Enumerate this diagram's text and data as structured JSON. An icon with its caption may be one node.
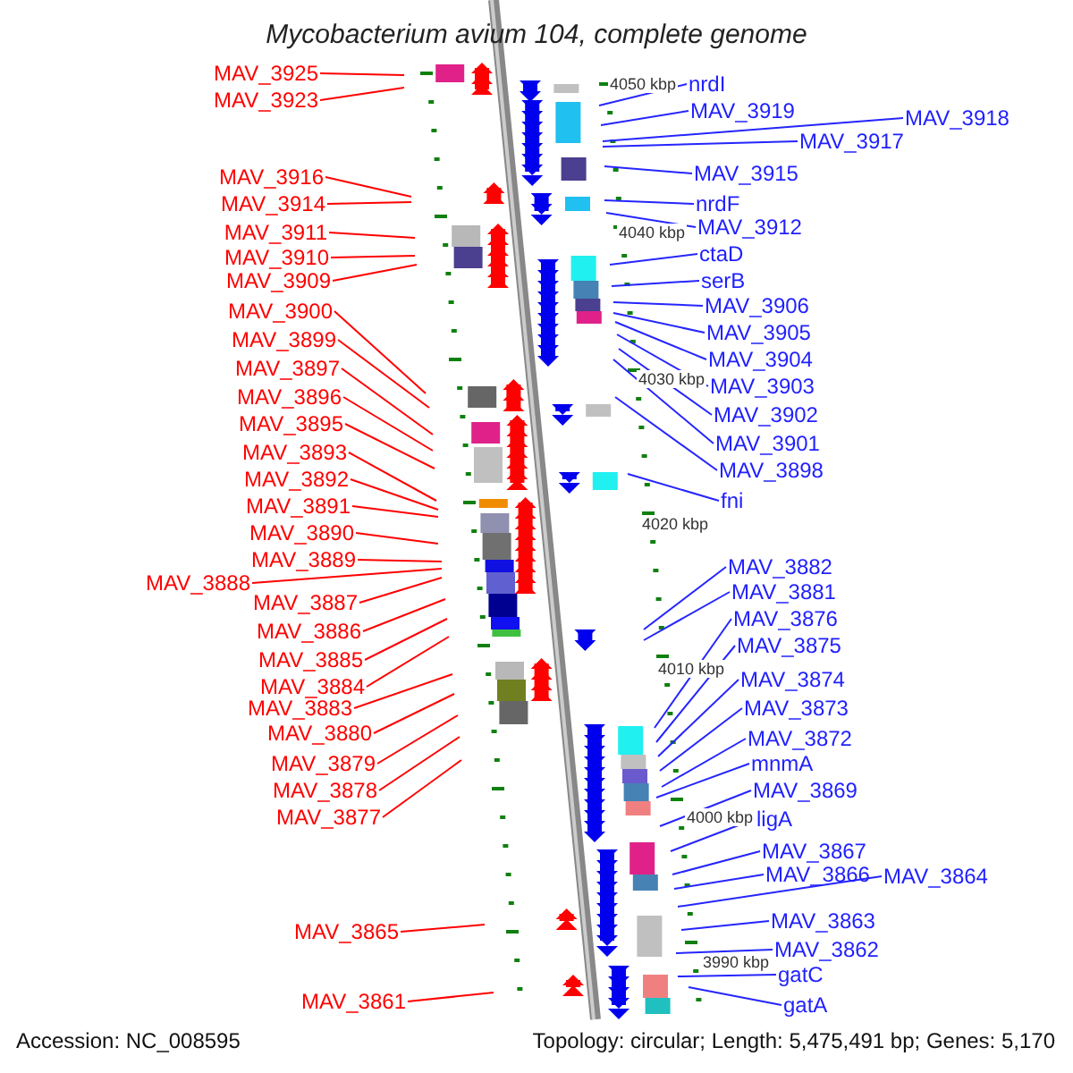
{
  "diagram": {
    "title": "Mycobacterium avium 104, complete genome",
    "nodes": [
      {
        "text": [
          "MAV_3925"
        ]
      },
      {
        "text": [
          "MAV_3923"
        ]
      },
      {
        "text": [
          "MAV_3916"
        ]
      },
      {
        "text": [
          "MAV_3914"
        ]
      },
      {
        "text": [
          "MAV_3911"
        ]
      },
      {
        "text": [
          "MAV_3910"
        ]
      },
      {
        "text": [
          "MAV_3909"
        ]
      },
      {
        "text": [
          "MAV_3900"
        ]
      },
      {
        "text": [
          "MAV_3899"
        ]
      },
      {
        "text": [
          "MAV_3897"
        ]
      },
      {
        "text": [
          "MAV_3896"
        ]
      },
      {
        "text": [
          "MAV_3895"
        ]
      },
      {
        "text": [
          "MAV_3893"
        ]
      },
      {
        "text": [
          "MAV_3892"
        ]
      },
      {
        "text": [
          "MAV_3891"
        ]
      },
      {
        "text": [
          "MAV_3890"
        ]
      },
      {
        "text": [
          "MAV_3889"
        ]
      },
      {
        "text": [
          "MAV_3888"
        ]
      },
      {
        "text": [
          "MAV_3887"
        ]
      },
      {
        "text": [
          "MAV_3886"
        ]
      },
      {
        "text": [
          "MAV_3885"
        ]
      },
      {
        "text": [
          "MAV_3884"
        ]
      },
      {
        "text": [
          "MAV_3883"
        ]
      },
      {
        "text": [
          "MAV_3880"
        ]
      },
      {
        "text": [
          "MAV_3879"
        ]
      },
      {
        "text": [
          "MAV_3878"
        ]
      },
      {
        "text": [
          "MAV_3877"
        ]
      },
      {
        "text": [
          "MAV_3865"
        ]
      },
      {
        "text": [
          "MAV_3861"
        ]
      },
      {
        "text": [
          "nrdI"
        ]
      },
      {
        "text": [
          "MAV_3919"
        ]
      },
      {
        "text": [
          "MAV_3918"
        ]
      },
      {
        "text": [
          "MAV_3917"
        ]
      },
      {
        "text": [
          "MAV_3915"
        ]
      },
      {
        "text": [
          "nrdF"
        ]
      },
      {
        "text": [
          "MAV_3912"
        ]
      },
      {
        "text": [
          "ctaD"
        ]
      },
      {
        "text": [
          "serB"
        ]
      },
      {
        "text": [
          "MAV_3906"
        ]
      },
      {
        "text": [
          "MAV_3905"
        ]
      },
      {
        "text": [
          "MAV_3904"
        ]
      },
      {
        "text": [
          "MAV_3903"
        ]
      },
      {
        "text": [
          "MAV_3902"
        ]
      },
      {
        "text": [
          "MAV_3901"
        ]
      },
      {
        "text": [
          "MAV_3898"
        ]
      },
      {
        "text": [
          "fni"
        ]
      },
      {
        "text": [
          "MAV_3882"
        ]
      },
      {
        "text": [
          "MAV_3881"
        ]
      },
      {
        "text": [
          "MAV_3876"
        ]
      },
      {
        "text": [
          "MAV_3875"
        ]
      },
      {
        "text": [
          "MAV_3874"
        ]
      },
      {
        "text": [
          "MAV_3873"
        ]
      },
      {
        "text": [
          "MAV_3872"
        ]
      },
      {
        "text": [
          "mnmA"
        ]
      },
      {
        "text": [
          "MAV_3869"
        ]
      },
      {
        "text": [
          "ligA"
        ]
      },
      {
        "text": [
          "MAV_3867"
        ]
      },
      {
        "text": [
          "MAV_3866"
        ]
      },
      {
        "text": [
          "MAV_3864"
        ]
      },
      {
        "text": [
          "MAV_3863"
        ]
      },
      {
        "text": [
          "MAV_3862"
        ]
      },
      {
        "text": [
          "gatC"
        ]
      },
      {
        "text": [
          "gatA"
        ]
      }
    ],
    "edges": [
      {
        "from": 0,
        "to": null,
        "arrow": "none",
        "color": "#ff0000"
      },
      {
        "from": 1,
        "to": null,
        "arrow": "none",
        "color": "#ff0000"
      },
      {
        "from": 2,
        "to": null,
        "arrow": "none",
        "color": "#ff0000"
      },
      {
        "from": 3,
        "to": null,
        "arrow": "none",
        "color": "#ff0000"
      },
      {
        "from": 4,
        "to": null,
        "arrow": "none",
        "color": "#ff0000"
      },
      {
        "from": 5,
        "to": null,
        "arrow": "none",
        "color": "#ff0000"
      },
      {
        "from": 6,
        "to": null,
        "arrow": "none",
        "color": "#ff0000"
      },
      {
        "from": 7,
        "to": null,
        "arrow": "none",
        "color": "#ff0000"
      },
      {
        "from": 8,
        "to": null,
        "arrow": "none",
        "color": "#ff0000"
      },
      {
        "from": 9,
        "to": null,
        "arrow": "none",
        "color": "#ff0000"
      },
      {
        "from": 10,
        "to": null,
        "arrow": "none",
        "color": "#ff0000"
      },
      {
        "from": 11,
        "to": null,
        "arrow": "none",
        "color": "#ff0000"
      },
      {
        "from": 12,
        "to": null,
        "arrow": "none",
        "color": "#ff0000"
      },
      {
        "from": 13,
        "to": null,
        "arrow": "none",
        "color": "#ff0000"
      },
      {
        "from": 14,
        "to": null,
        "arrow": "none",
        "color": "#ff0000"
      },
      {
        "from": 15,
        "to": null,
        "arrow": "none",
        "color": "#ff0000"
      },
      {
        "from": 16,
        "to": null,
        "arrow": "none",
        "color": "#ff0000"
      },
      {
        "from": 17,
        "to": null,
        "arrow": "none",
        "color": "#ff0000"
      },
      {
        "from": 18,
        "to": null,
        "arrow": "none",
        "color": "#ff0000"
      },
      {
        "from": 19,
        "to": null,
        "arrow": "none",
        "color": "#ff0000"
      },
      {
        "from": 20,
        "to": null,
        "arrow": "none",
        "color": "#ff0000"
      },
      {
        "from": 21,
        "to": null,
        "arrow": "none",
        "color": "#ff0000"
      },
      {
        "from": 22,
        "to": null,
        "arrow": "none",
        "color": "#ff0000"
      },
      {
        "from": 23,
        "to": null,
        "arrow": "none",
        "color": "#ff0000"
      },
      {
        "from": 24,
        "to": null,
        "arrow": "none",
        "color": "#ff0000"
      },
      {
        "from": 25,
        "to": null,
        "arrow": "none",
        "color": "#ff0000"
      },
      {
        "from": 26,
        "to": null,
        "arrow": "none",
        "color": "#ff0000"
      },
      {
        "from": 27,
        "to": null,
        "arrow": "none",
        "color": "#ff0000"
      },
      {
        "from": 28,
        "to": null,
        "arrow": "none",
        "color": "#ff0000"
      },
      {
        "from": 29,
        "to": null,
        "arrow": "none"
      },
      {
        "from": 30,
        "to": null,
        "arrow": "none"
      },
      {
        "from": 31,
        "to": null,
        "arrow": "none"
      },
      {
        "from": 32,
        "to": null,
        "arrow": "none"
      },
      {
        "from": 33,
        "to": null,
        "arrow": "none"
      },
      {
        "from": 34,
        "to": null,
        "arrow": "none"
      },
      {
        "from": 35,
        "to": null,
        "arrow": "none"
      },
      {
        "from": 36,
        "to": null,
        "arrow": "none"
      },
      {
        "from": 37,
        "to": null,
        "arrow": "none"
      },
      {
        "from": 38,
        "to": null,
        "arrow": "none"
      },
      {
        "from": 39,
        "to": null,
        "arrow": "none"
      },
      {
        "from": 40,
        "to": null,
        "arrow": "none"
      },
      {
        "from": 41,
        "to": null,
        "arrow": "none"
      },
      {
        "from": 42,
        "to": null,
        "arrow": "none"
      },
      {
        "from": 43,
        "to": null,
        "arrow": "none"
      },
      {
        "from": 44,
        "to": null,
        "arrow": "none"
      },
      {
        "from": 45,
        "to": null,
        "arrow": "none"
      },
      {
        "from": 46,
        "to": null,
        "arrow": "none"
      },
      {
        "from": 47,
        "to": null,
        "arrow": "none"
      },
      {
        "from": 48,
        "to": null,
        "arrow": "none"
      },
      {
        "from": 49,
        "to": null,
        "arrow": "none"
      },
      {
        "from": 50,
        "to": null,
        "arrow": "none"
      },
      {
        "from": 51,
        "to": null,
        "arrow": "none"
      },
      {
        "from": 52,
        "to": null,
        "arrow": "none"
      },
      {
        "from": 53,
        "to": null,
        "arrow": "none"
      },
      {
        "from": 54,
        "to": null,
        "arrow": "none"
      },
      {
        "from": 55,
        "to": null,
        "arrow": "none"
      },
      {
        "from": 56,
        "to": null,
        "arrow": "none"
      },
      {
        "from": 57,
        "to": null,
        "arrow": "none"
      },
      {
        "from": 58,
        "to": null,
        "arrow": "none"
      },
      {
        "from": 59,
        "to": null,
        "arrow": "none"
      },
      {
        "from": 60,
        "to": null,
        "arrow": "none"
      },
      {
        "from": 61,
        "to": null,
        "arrow": "none"
      },
      {
        "from": 62,
        "to": null,
        "arrow": "none"
      }
    ],
    "labels": [
      "4050 kbp",
      "4040 kbp",
      "4030 kbp",
      "4020 kbp",
      "4010 kbp",
      "4000 kbp",
      "3990 kbp",
      "Accession: NC_008595",
      "Topology: circular; Length: 5,475,491 bp; Genes: 5,170"
    ]
  }
}
